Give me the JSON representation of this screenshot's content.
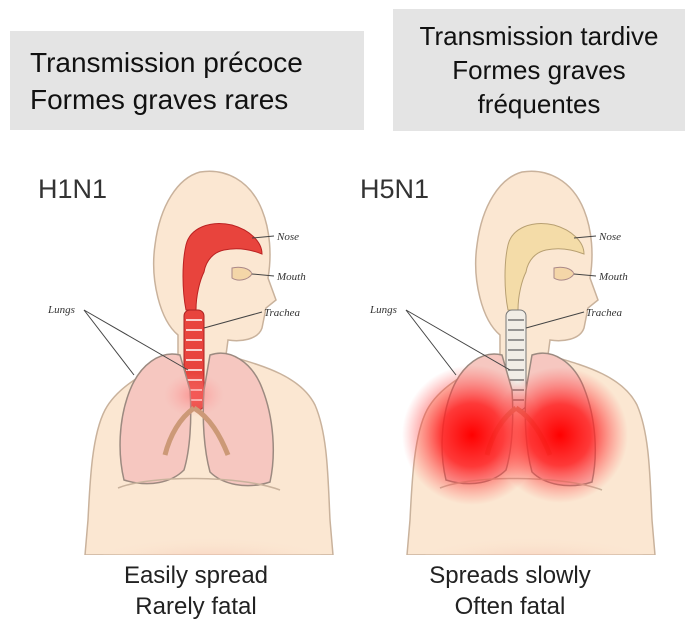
{
  "banners": {
    "left": [
      "Transmission précoce",
      "Formes graves rares"
    ],
    "right": [
      "Transmission tardive",
      "Formes graves",
      "fréquentes"
    ]
  },
  "panels": [
    {
      "title": "H1N1",
      "labels": {
        "nose": "Nose",
        "mouth": "Mouth",
        "trachea": "Trachea",
        "lungs": "Lungs"
      },
      "caption": [
        "Easily spread",
        "Rarely fatal"
      ]
    },
    {
      "title": "H5N1",
      "labels": {
        "nose": "Nose",
        "mouth": "Mouth",
        "trachea": "Trachea",
        "lungs": "Lungs"
      },
      "caption": [
        "Spreads slowly",
        "Often fatal"
      ]
    }
  ],
  "colors": {
    "skin": "#fbe7d2",
    "skin_outline": "#c9b29c",
    "infection": "#e8443d",
    "deep_infection": "#ff0000"
  }
}
